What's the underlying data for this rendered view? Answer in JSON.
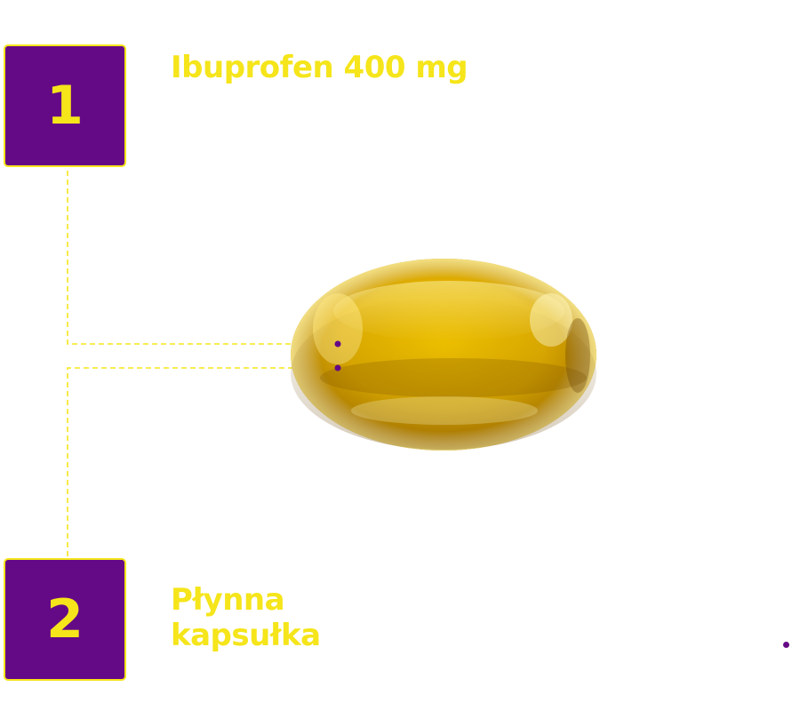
{
  "theme": {
    "purple": "#650a86",
    "yellow": "#f5e51a",
    "capsule_gold": "#e3b400",
    "capsule_dark": "#8a5e00",
    "capsule_light": "#fff6a8"
  },
  "steps": [
    {
      "number": "1",
      "label": "Ibuprofen 400 mg"
    },
    {
      "number": "2",
      "label_line1": "Płynna",
      "label_line2": "kapsułka"
    }
  ],
  "image": {
    "subject": "capsule-illustration"
  }
}
